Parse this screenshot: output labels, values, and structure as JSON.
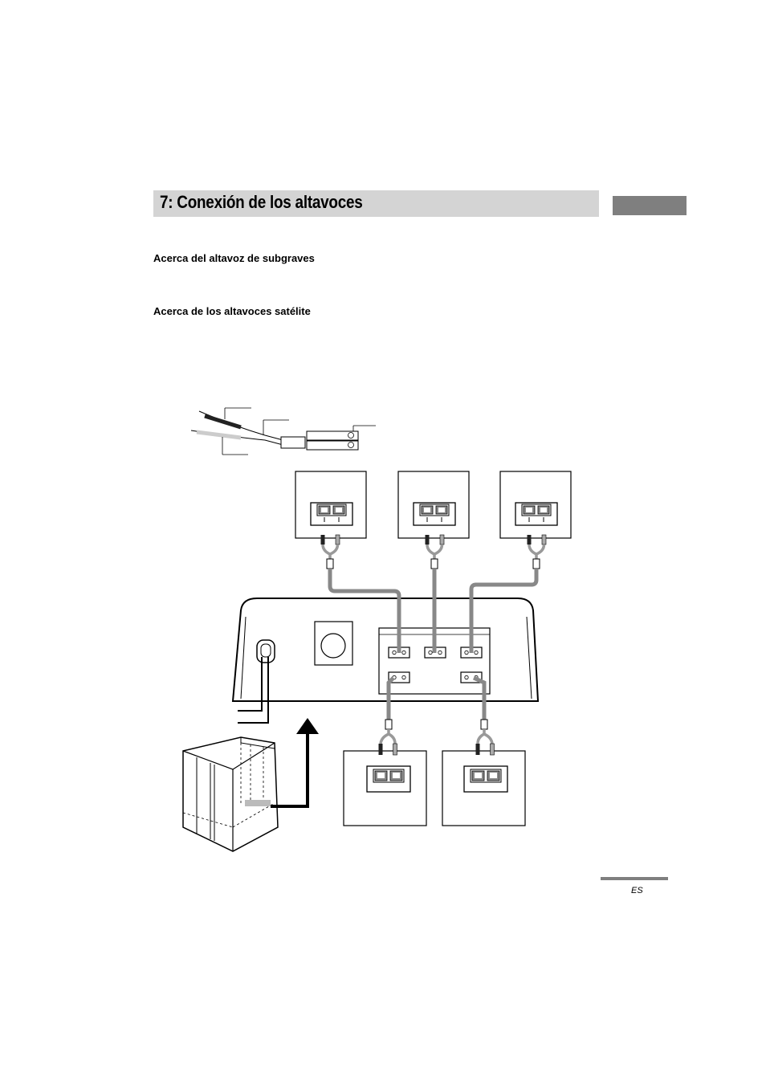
{
  "section": {
    "title": "7: Conexión de los altavoces"
  },
  "headings": {
    "subwoofer": "Acerca del altavoz de subgraves",
    "satellites": "Acerca de los altavoces satélite"
  },
  "footer": {
    "language": "ES"
  }
}
